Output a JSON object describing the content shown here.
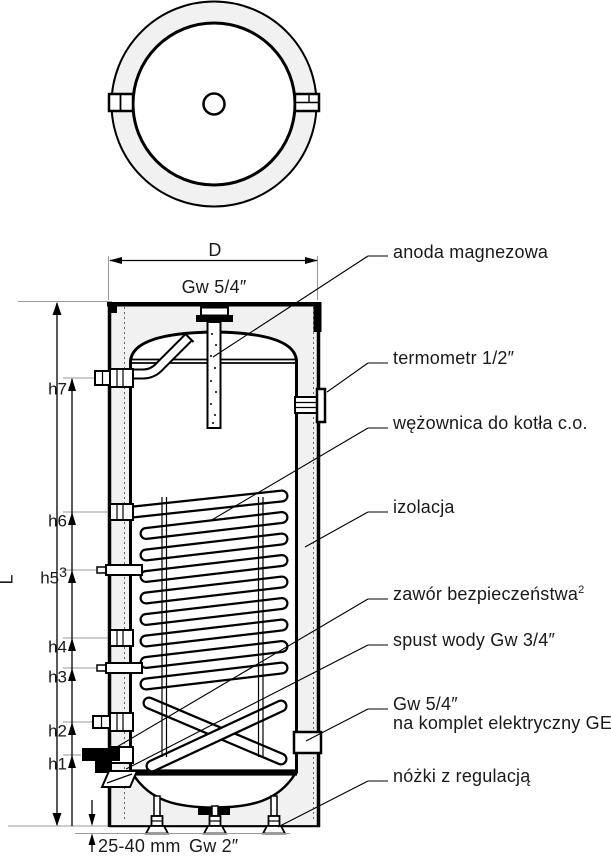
{
  "colors": {
    "line": "#000000",
    "insulation_fill": "#f1f1f1",
    "text": "#1a1a1a",
    "dim_gray": "#9a9a9a"
  },
  "top_dims": {
    "diameter": "D",
    "top_port": "Gw 5/4″"
  },
  "left_dims": {
    "overall_height": "L",
    "levels": [
      {
        "label": "h7",
        "sup": ""
      },
      {
        "label": "h6",
        "sup": ""
      },
      {
        "label": "h5",
        "sup": "3"
      },
      {
        "label": "h4",
        "sup": ""
      },
      {
        "label": "h3",
        "sup": ""
      },
      {
        "label": "h2",
        "sup": ""
      },
      {
        "label": "h1",
        "sup": ""
      }
    ]
  },
  "bottom_dims": {
    "foot_range": "25-40 mm",
    "bottom_port": "Gw 2″"
  },
  "callouts": [
    {
      "text": "anoda magnezowa",
      "sup": "",
      "text2": ""
    },
    {
      "text": "termometr 1/2″",
      "sup": "",
      "text2": ""
    },
    {
      "text": "wężownica do kotła c.o.",
      "sup": "",
      "text2": ""
    },
    {
      "text": "izolacja",
      "sup": "",
      "text2": ""
    },
    {
      "text": "zawór bezpieczeństwa",
      "sup": "2",
      "text2": ""
    },
    {
      "text": "spust wody Gw 3/4″",
      "sup": "",
      "text2": ""
    },
    {
      "text": "Gw 5/4″",
      "sup": "",
      "text2": "na komplet elektryczny GE"
    },
    {
      "text": "nóżki z regulacją",
      "sup": "",
      "text2": ""
    }
  ]
}
